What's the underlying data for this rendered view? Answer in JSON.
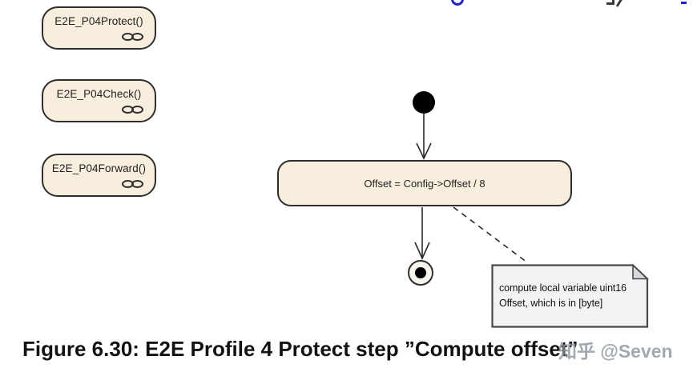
{
  "left_activities": [
    {
      "label": "E2E_P04Protect()"
    },
    {
      "label": "E2E_P04Check()"
    },
    {
      "label": "E2E_P04Forward()"
    }
  ],
  "action": {
    "label": "Offset = Config->Offset / 8"
  },
  "note": {
    "line1": "compute local variable uint16",
    "line2": "Offset, which is in [byte]"
  },
  "caption": {
    "text": "Figure 6.30: E2E Profile 4 Protect step ”Compute offset”"
  },
  "watermark": {
    "text": "知乎 @Seven"
  },
  "palette": {
    "activity_fill": "#f7eede",
    "activity_border": "#2e2e2e",
    "note_fill": "#f3f3f6",
    "note_fold": "#d8d8dd",
    "note_border": "#4a4a4a",
    "line_color": "#2a2a2a",
    "caption_color": "#121212",
    "watermark_color": "#8b939c",
    "fragment_blue": "#2323c8"
  }
}
